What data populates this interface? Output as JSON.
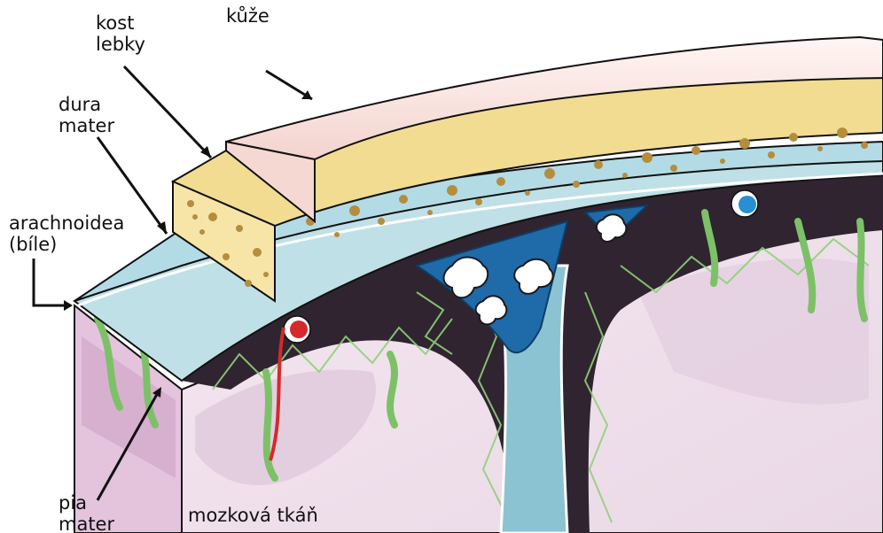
{
  "labels": {
    "kuze": "kůže",
    "kost_lebky": [
      "kost",
      "lebky"
    ],
    "dura_mater": [
      "dura",
      "mater"
    ],
    "arachnoidea": [
      "arachnoidea",
      "(bíle)"
    ],
    "pia_mater": [
      "pia",
      "mater"
    ],
    "mozkova_tkan": "mozková tkáň"
  },
  "colors": {
    "skin": "#f7dcd8",
    "bone": "#f2df9a",
    "bone_pores": "#b48a3a",
    "dura_arachnoid": "#b9dde4",
    "csf_blue": "#2c7fb8",
    "dark_space": "#2a1f2a",
    "pia_green": "#7ec46a",
    "brain": "#f1e3ee",
    "brain_dark": "#dcc6da",
    "artery": "#d42a2a"
  }
}
